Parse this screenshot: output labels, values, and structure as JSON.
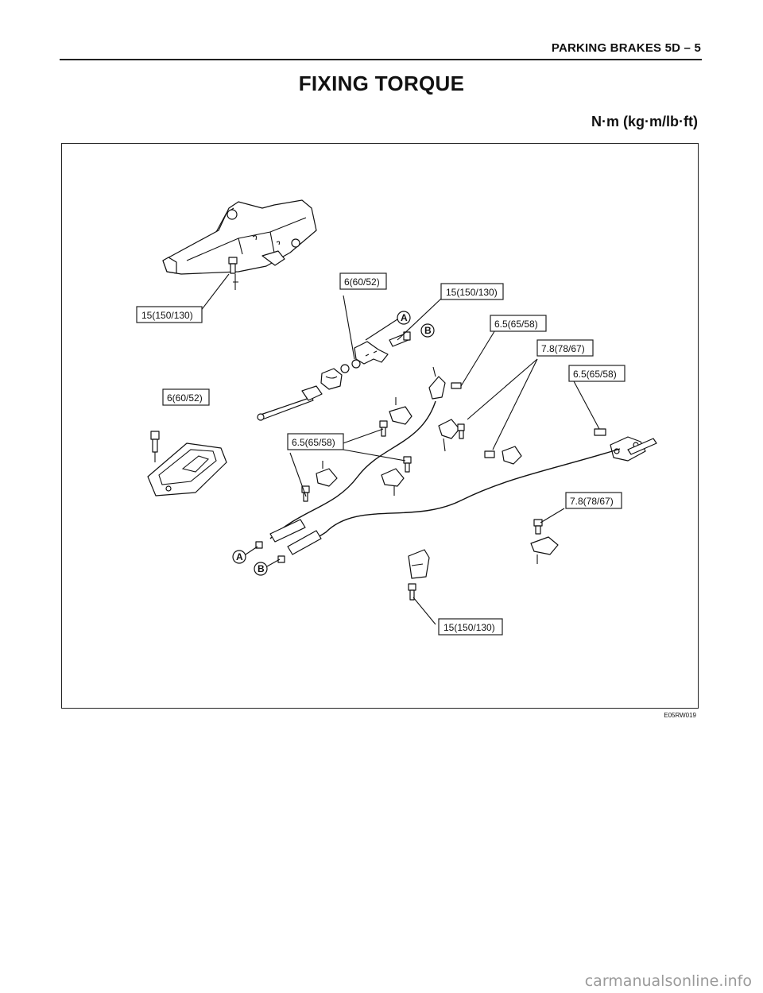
{
  "header": {
    "running_head": "PARKING BRAKES  5D – 5"
  },
  "page": {
    "title": "FIXING TORQUE",
    "units": "N·m (kg·m/lb·ft)"
  },
  "figure": {
    "code": "E05RW019",
    "callouts": {
      "lever_bolt": "15(150/130)",
      "bracket_nut": "6(60/52)",
      "bracket_bolt": "15(150/130)",
      "cable_clip_upper_right": "6.5(65/58)",
      "clip_bolts_pair": "7.8(78/67)",
      "equalizer_bolt": "6.5(65/58)",
      "console_bolt": "6(60/52)",
      "clip_bolts_middle": "6.5(65/58)",
      "clip_bolt_lower_right": "7.8(78/67)",
      "bracket_bolt_bottom": "15(150/130)"
    },
    "refs": {
      "a_top": "A",
      "b_top": "B",
      "a_bottom": "A",
      "b_bottom": "B"
    }
  },
  "watermark": "carmanualsonline.info"
}
